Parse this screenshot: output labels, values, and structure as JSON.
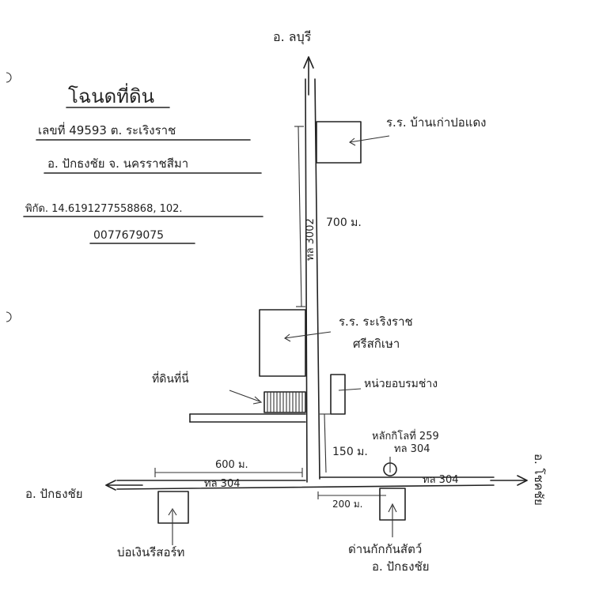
{
  "header": {
    "title": "โฉนดที่ดิน",
    "deed_line": "เลขที่ 49593 ต. ระเริงราช",
    "district_line": "อ. ปักธงชัย จ. นครราชสีมา",
    "coords_line": "พิกัด. 14.6191277558868, 102.",
    "coords_line2": "0077679075"
  },
  "map": {
    "north_label": "อ. ลบุรี",
    "west_label": "อ. ปักธงชัย",
    "east_label": "อ. โชคชัย",
    "road_north": "ทล 3002",
    "road_west": "ทล 304",
    "road_east": "ทล 304",
    "dist_700": "700 ม.",
    "dist_600": "600 ม.",
    "dist_150": "150 ม.",
    "dist_200": "200 ม.",
    "school_top": "ร.ร. บ้านเก่าปอแดง",
    "school_mid_1": "ร.ร. ระเริงราช",
    "school_mid_2": "ศรีสกิเษา",
    "unit_right": "หน่วยอบรมช่าง",
    "land_label": "ที่ดินที่นี่",
    "km_marker_1": "หลักกิโลที่ 259",
    "km_marker_2": "ทล 304",
    "bottom_left": "บ่อเงินรีสอร์ท",
    "bottom_right_1": "ด่านกักกันสัตว์",
    "bottom_right_2": "อ. ปักธงชัย"
  }
}
